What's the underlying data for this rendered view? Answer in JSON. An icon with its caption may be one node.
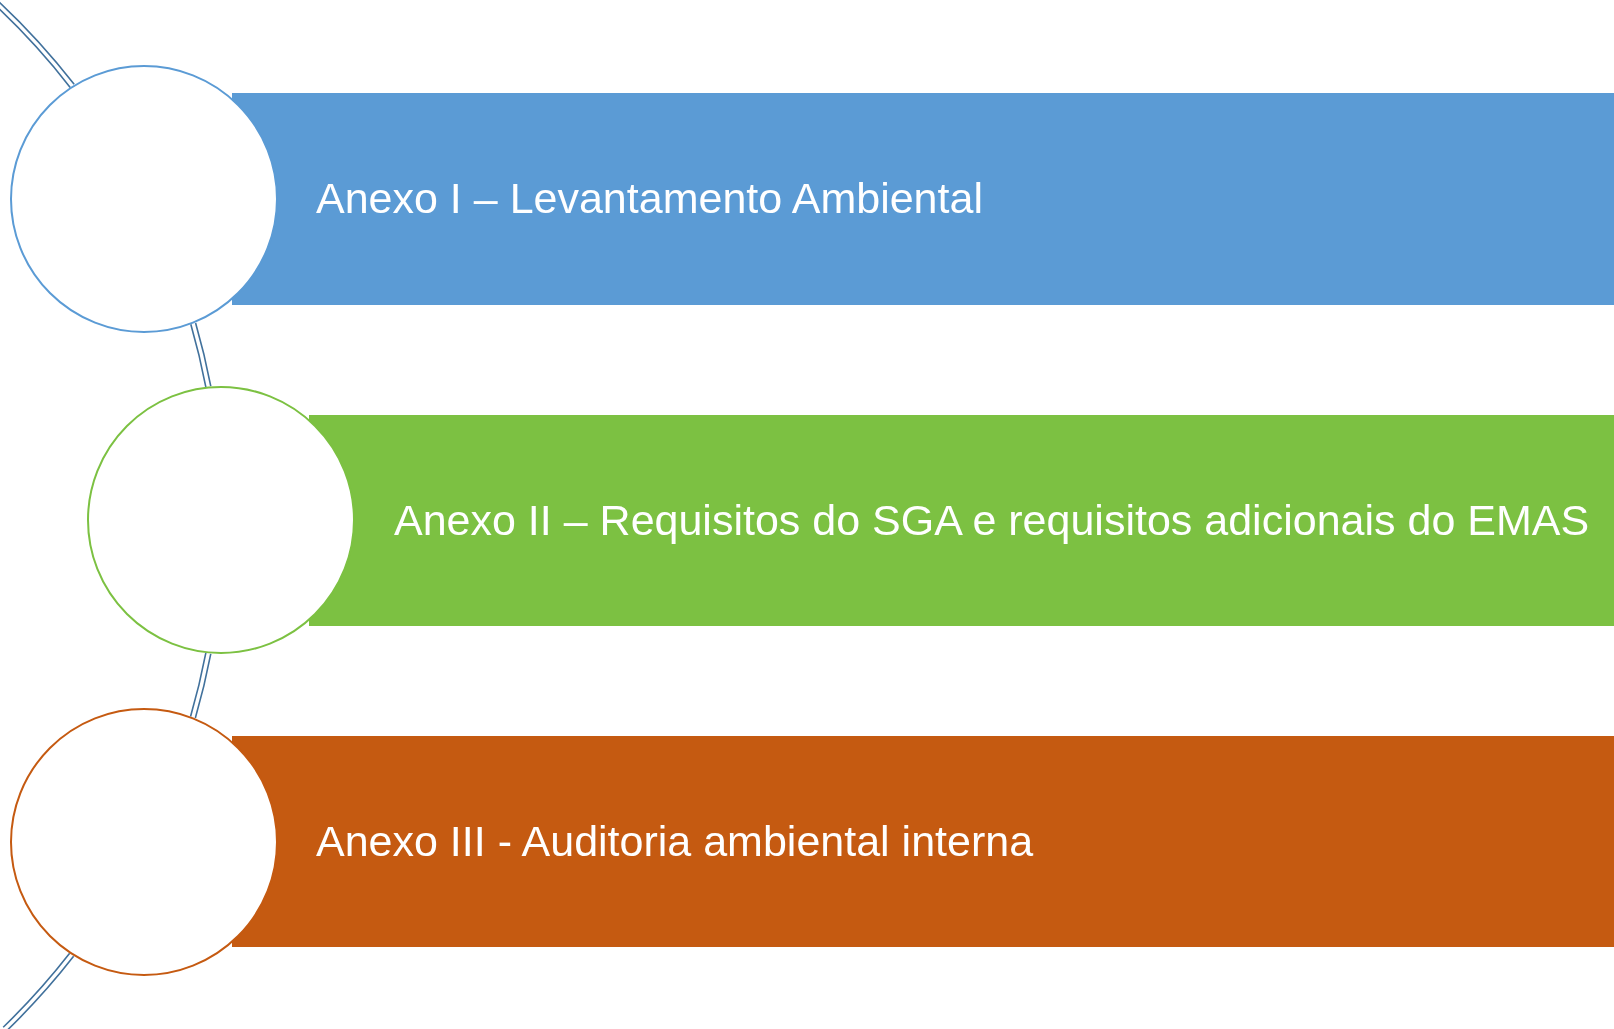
{
  "diagram": {
    "nodes": [
      {
        "text": [],
        "shape": "circle"
      },
      {
        "text": [
          "Anexo I – Levantamento Ambiental"
        ]
      },
      {
        "text": [],
        "shape": "circle"
      },
      {
        "text": [
          "Anexo II – Requisitos do SGA e requisitos adicionais do EMAS"
        ]
      },
      {
        "text": [],
        "shape": "circle"
      },
      {
        "text": [
          "Anexo III - Auditoria ambiental interna"
        ]
      }
    ],
    "edges": [
      {
        "from": 0,
        "to": 2,
        "arrow": "none"
      },
      {
        "from": 2,
        "to": 4,
        "arrow": "none"
      }
    ]
  }
}
